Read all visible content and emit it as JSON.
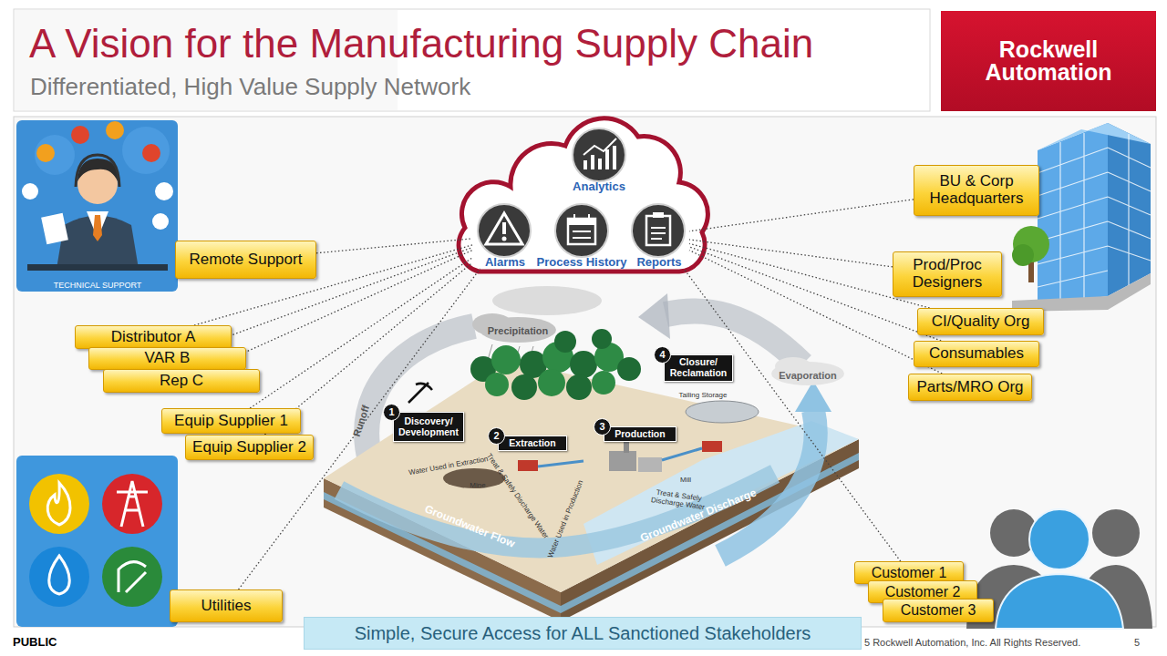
{
  "diagram": {
    "title": "A Vision for the Manufacturing Supply Chain",
    "nodes": [
      {
        "text": [
          "Rockwell Automation"
        ]
      },
      {
        "text": [
          "Analytics"
        ]
      },
      {
        "text": [
          "Alarms"
        ]
      },
      {
        "text": [
          "Process History"
        ]
      },
      {
        "text": [
          "Reports"
        ]
      },
      {
        "text": [
          "Remote Support"
        ]
      },
      {
        "text": [
          "BU & Corp Headquarters"
        ]
      },
      {
        "text": [
          "Prod/Proc Designers"
        ]
      },
      {
        "text": [
          "CI/Quality Org"
        ]
      },
      {
        "text": [
          "Distributor A"
        ]
      },
      {
        "text": [
          "VAR B"
        ]
      },
      {
        "text": [
          "Rep C"
        ]
      },
      {
        "text": [
          "Consumables"
        ]
      },
      {
        "text": [
          "Parts/MRO Org"
        ]
      },
      {
        "text": [
          "Equip Supplier 1"
        ]
      },
      {
        "text": [
          "Equip Supplier 2"
        ]
      },
      {
        "text": [
          "1",
          "Discovery/ Development"
        ]
      },
      {
        "text": [
          "2",
          "Extraction"
        ]
      },
      {
        "text": [
          "3",
          "Production"
        ]
      },
      {
        "text": [
          "4",
          "Closure/ Reclamation"
        ]
      },
      {
        "text": [
          "Utilities"
        ]
      },
      {
        "text": [
          "Customer 1"
        ]
      },
      {
        "text": [
          "Customer 2"
        ]
      },
      {
        "text": [
          "Customer 3"
        ]
      },
      {
        "text": [
          "Simple, Secure Access for ALL Sanctioned Stakeholders"
        ]
      }
    ],
    "edges": [
      {
        "from": 5,
        "to": 2,
        "arrow": "none"
      },
      {
        "from": 9,
        "to": 2,
        "arrow": "none"
      },
      {
        "from": 10,
        "to": 2,
        "arrow": "none"
      },
      {
        "from": 11,
        "to": 2,
        "arrow": "none"
      },
      {
        "from": 14,
        "to": 2,
        "arrow": "none"
      },
      {
        "from": 15,
        "to": 2,
        "arrow": "none"
      },
      {
        "from": 20,
        "to": 2,
        "arrow": "none"
      },
      {
        "from": 6,
        "to": 4,
        "arrow": "none"
      },
      {
        "from": 7,
        "to": 4,
        "arrow": "none"
      },
      {
        "from": 8,
        "to": 4,
        "arrow": "none"
      },
      {
        "from": 12,
        "to": 4,
        "arrow": "none"
      },
      {
        "from": 13,
        "to": 4,
        "arrow": "none"
      },
      {
        "from": 21,
        "to": 4,
        "arrow": "none"
      }
    ],
    "labels": [
      "Differentiated, High Value Supply Network",
      "TECHNICAL SUPPORT",
      "Precipitation",
      "Evaporation",
      "Runoff",
      "Tailing Storage",
      "Water Used in Extraction",
      "Mine",
      "Treat & Safely Discharge Water",
      "Water Used in Production",
      "Mill",
      "Treat & Safely Discharge Water",
      "Groundwater Flow",
      "Groundwater Discharge",
      "PUBLIC",
      "5 Rockwell Automation, Inc. All Rights Reserved.",
      "5"
    ]
  }
}
